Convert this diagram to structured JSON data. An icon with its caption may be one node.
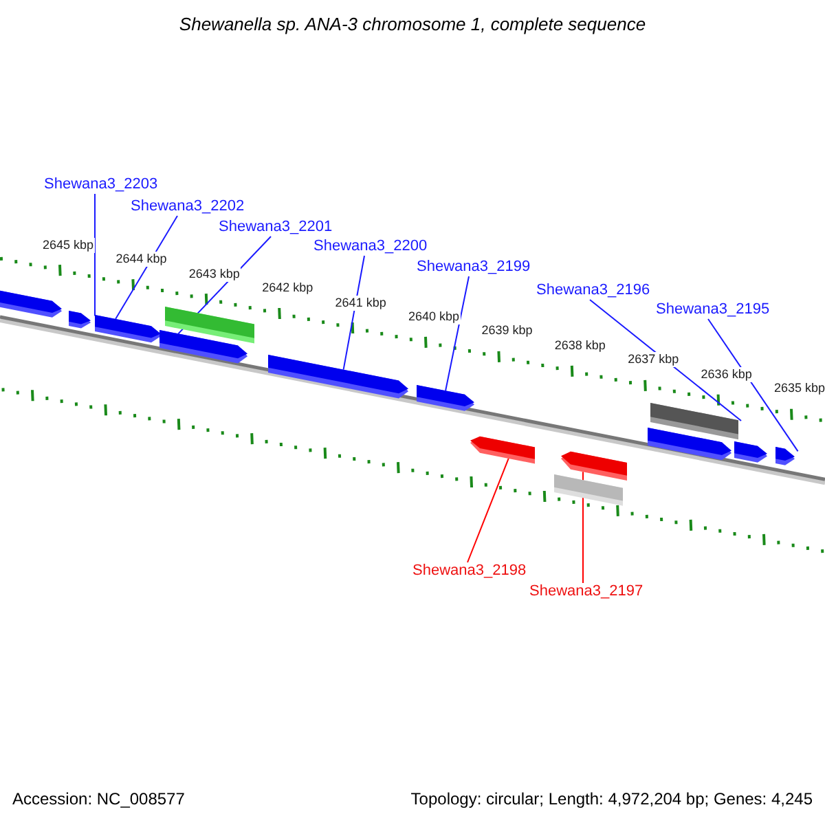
{
  "diagram": {
    "title": "Shewanella sp. ANA-3 chromosome 1, complete sequence",
    "nodes": [
      {
        "text": [
          "Shewana3_2203"
        ]
      },
      {
        "text": [
          "Shewana3_2202"
        ]
      },
      {
        "text": [
          "Shewana3_2201"
        ]
      },
      {
        "text": [
          "Shewana3_2200"
        ]
      },
      {
        "text": [
          "Shewana3_2199"
        ]
      },
      {
        "text": [
          "Shewana3_2196"
        ]
      },
      {
        "text": [
          "Shewana3_2195"
        ]
      },
      {
        "text": [
          "Shewana3_2198"
        ]
      },
      {
        "text": [
          "Shewana3_2197"
        ]
      },
      {
        "text": [],
        "shape": "arrow"
      },
      {
        "text": [],
        "shape": "arrow"
      },
      {
        "text": [],
        "shape": "arrow"
      },
      {
        "text": [],
        "shape": "arrow"
      },
      {
        "text": [],
        "shape": "bar"
      },
      {
        "text": [],
        "shape": "arrow"
      },
      {
        "text": [],
        "shape": "arrow"
      },
      {
        "text": [],
        "shape": "arrow"
      },
      {
        "text": [],
        "shape": "bar"
      },
      {
        "text": [],
        "shape": "arrow"
      },
      {
        "text": [],
        "shape": "arrow"
      },
      {
        "text": [],
        "shape": "bar"
      },
      {
        "text": [],
        "shape": "arrow"
      },
      {
        "text": [],
        "shape": "arrow"
      }
    ],
    "edges": [
      {
        "from": 0,
        "to": 10,
        "arrow": "none"
      },
      {
        "from": 1,
        "to": 11,
        "arrow": "none"
      },
      {
        "from": 2,
        "to": 12,
        "arrow": "none"
      },
      {
        "from": 3,
        "to": 14,
        "arrow": "none"
      },
      {
        "from": 4,
        "to": 15,
        "arrow": "none"
      },
      {
        "from": 5,
        "to": 20,
        "arrow": "none"
      },
      {
        "from": 6,
        "to": 22,
        "arrow": "none"
      },
      {
        "from": 7,
        "to": 16,
        "arrow": "none",
        "color": "#ff0000"
      },
      {
        "from": 8,
        "to": 18,
        "arrow": "none",
        "color": "#ff0000"
      }
    ],
    "labels": [
      "2645 kbp",
      "2644 kbp",
      "2643 kbp",
      "2642 kbp",
      "2641 kbp",
      "2640 kbp",
      "2639 kbp",
      "2638 kbp",
      "2637 kbp",
      "2636 kbp",
      "2635 kbp",
      "Accession: NC_008577",
      "Topology: circular; Length: 4,972,204 bp; Genes: 4,245"
    ]
  }
}
